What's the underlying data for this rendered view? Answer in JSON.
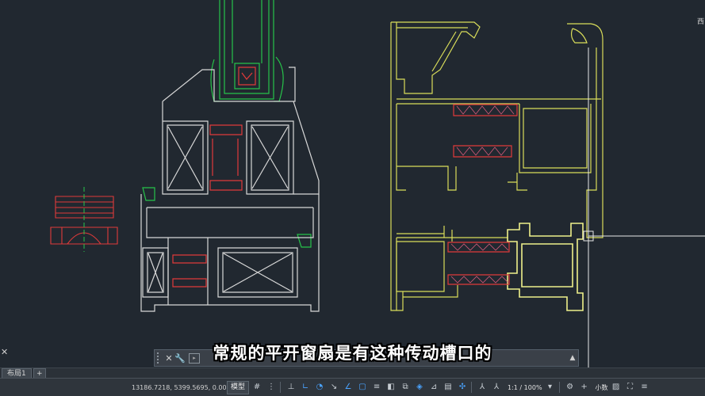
{
  "subtitle": "常规的平开窗扇是有这种传动槽口的",
  "view_label": "西",
  "layout_tabs": [
    {
      "label": "布局1"
    },
    {
      "label": "+"
    }
  ],
  "command_line": {
    "value": "",
    "placeholder": ""
  },
  "status_bar": {
    "coordinates": "13186.7218, 5399.5695, 0.0000",
    "space": "模型",
    "annotation_scale": "1:1 / 100%",
    "units": "小数"
  },
  "colors": {
    "background": "#212830",
    "outline": "#d8d8d8",
    "profile_yellow": "#d9dd5a",
    "glass_green": "#27c34a",
    "strip_red": "#e03a3a",
    "cursor_white": "#e8e8e8"
  },
  "icons": {
    "status_tools": [
      "grid-icon",
      "snap-icon",
      "ortho-icon",
      "polar-icon",
      "osnap-icon",
      "otrack-icon",
      "lineweight-icon",
      "transparency-icon",
      "selection-cycle-icon",
      "3d-osnap-icon",
      "dynamic-ucs-icon",
      "selection-filter-icon",
      "gizmo-icon",
      "annotation-visibility-icon",
      "auto-scale-icon",
      "workspace-gear-icon",
      "plus-icon",
      "isolate-icon",
      "hardware-accel-icon",
      "clean-screen-icon",
      "customize-icon"
    ]
  }
}
